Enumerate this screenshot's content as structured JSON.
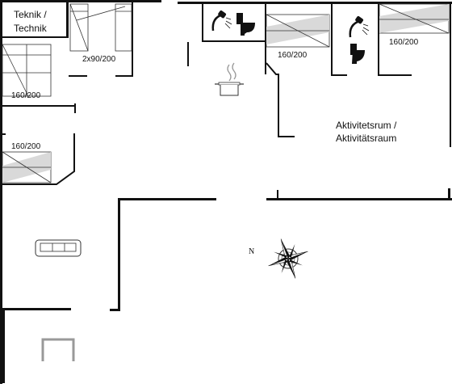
{
  "rooms": {
    "technik": {
      "line1": "Teknik /",
      "line2": "Technik"
    },
    "activity": {
      "line1": "Aktivitetsrum /",
      "line2": "Aktivitätsraum"
    }
  },
  "beds": {
    "twin": "2x90/200",
    "bed_left_top": "160/200",
    "bed_left_mid": "160/200",
    "bed_center": "160/200",
    "bed_right": "160/200"
  },
  "compass": {
    "north_label": "N"
  },
  "icons": {
    "shower": "shower-icon",
    "toilet": "toilet-icon",
    "stove": "cooking-pot-icon",
    "sofa": "sofa-icon",
    "compass": "compass-rose-icon",
    "fireplace": "fireplace-icon"
  },
  "colors": {
    "wall": "#111111",
    "bed_fill": "#d9d9d9",
    "background": "#ffffff"
  }
}
